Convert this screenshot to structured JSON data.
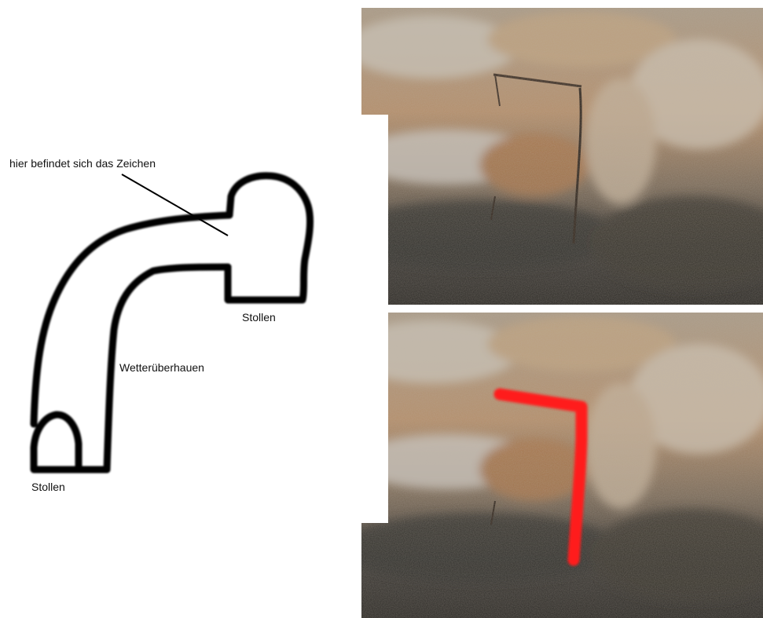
{
  "sketch": {
    "annotation": "hier befindet sich das Zeichen",
    "upper_tunnel_label": "Stollen",
    "shaft_label": "Wetterüberhauen",
    "lower_tunnel_label": "Stollen"
  },
  "photos": {
    "top": {
      "subject": "rock wall with carved mark"
    },
    "bottom": {
      "subject": "rock wall with carved mark",
      "highlight_color": "#ff1a1a"
    }
  },
  "colors": {
    "stroke": "#000000",
    "highlight": "#ff1a1a",
    "rock_light": "#b8a184",
    "rock_dark": "#3a342c"
  }
}
